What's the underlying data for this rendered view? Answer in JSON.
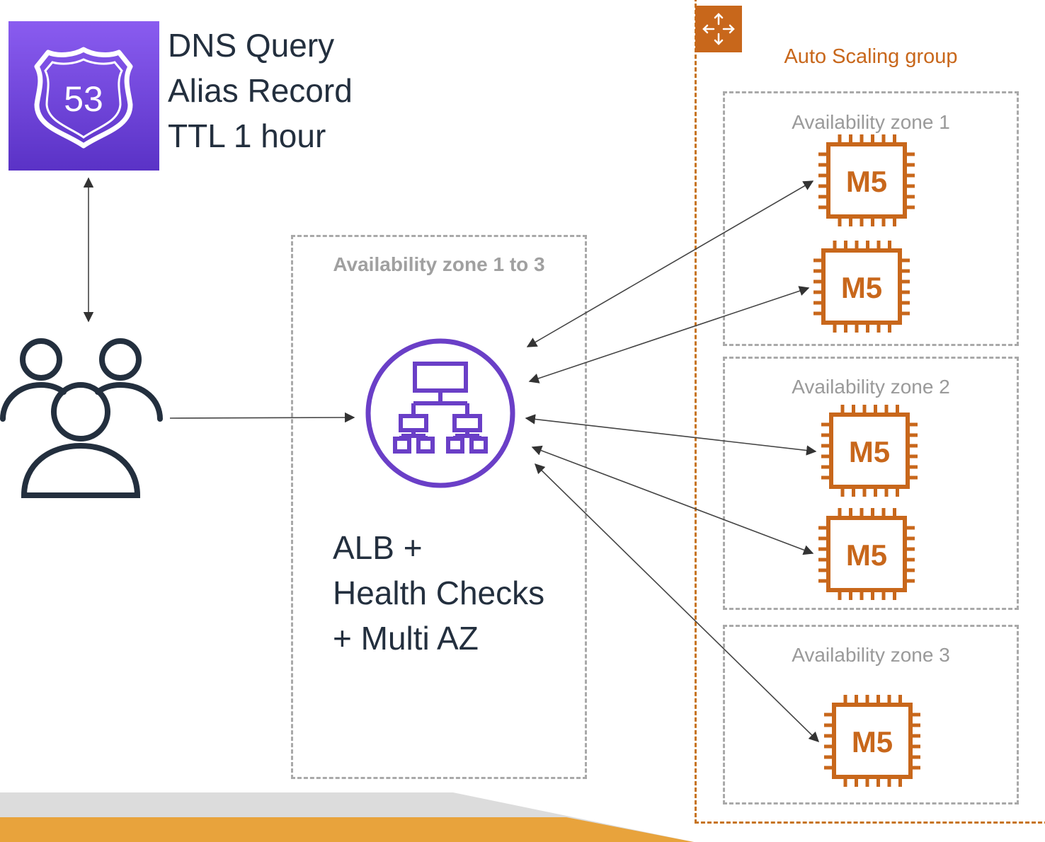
{
  "dns": {
    "icon_label": "53",
    "lines": [
      "DNS Query",
      "Alias Record",
      "TTL 1 hour"
    ]
  },
  "alb": {
    "zone_label": "Availability zone 1 to 3",
    "lines": [
      "ALB +",
      "Health Checks",
      "+ Multi AZ"
    ]
  },
  "asg": {
    "label": "Auto Scaling group",
    "zones": [
      {
        "label": "Availability zone 1"
      },
      {
        "label": "Availability zone 2"
      },
      {
        "label": "Availability zone 3"
      }
    ],
    "instance_label": "M5"
  },
  "colors": {
    "route53": "#8c4fff",
    "alb": "#6a3fc7",
    "ec2": "#c8671b",
    "users": "#232f3e",
    "band_gold": "#e8a33c",
    "band_gray": "#dcdcdc"
  },
  "icons": {
    "route53": "route53-shield-icon",
    "users": "users-group-icon",
    "alb": "load-balancer-icon",
    "asg": "auto-scaling-icon",
    "instance": "ec2-m5-chip-icon"
  }
}
